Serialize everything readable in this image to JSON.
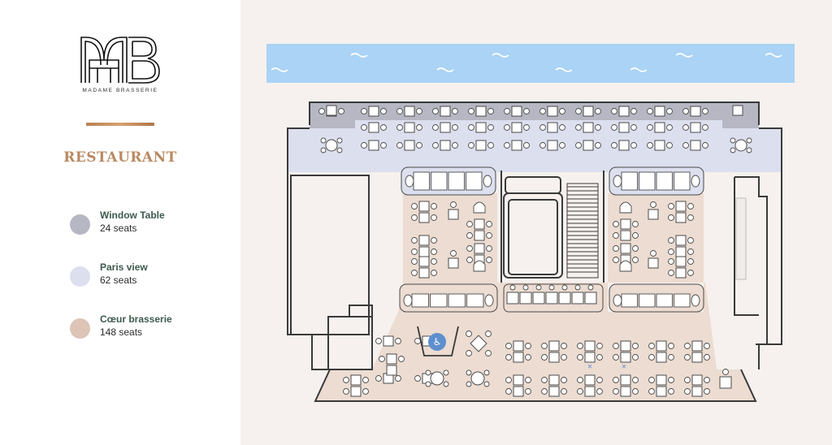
{
  "brand": {
    "monogram": "MB",
    "name": "MADAME BRASSERIE"
  },
  "section_title": "RESTAURANT",
  "legend": [
    {
      "name": "Window Table",
      "seats": "24 seats",
      "color": "#b6b7c2"
    },
    {
      "name": "Paris view",
      "seats": "62 seats",
      "color": "#dcdfee"
    },
    {
      "name": "Cœur brasserie",
      "seats": "148 seats",
      "color": "#dcc4b7"
    }
  ],
  "map": {
    "zones": {
      "window_table": {
        "color": "#b6b7c2",
        "label": "Window Table"
      },
      "paris_view": {
        "color": "#dcdfee",
        "label": "Paris view"
      },
      "coeur_brasserie": {
        "color": "#ecdcd1",
        "label": "Cœur brasserie"
      }
    },
    "river_color": "#aad3f5",
    "wall_color": "#3a3a3a",
    "accessibility_icon": "wheelchair-icon"
  }
}
